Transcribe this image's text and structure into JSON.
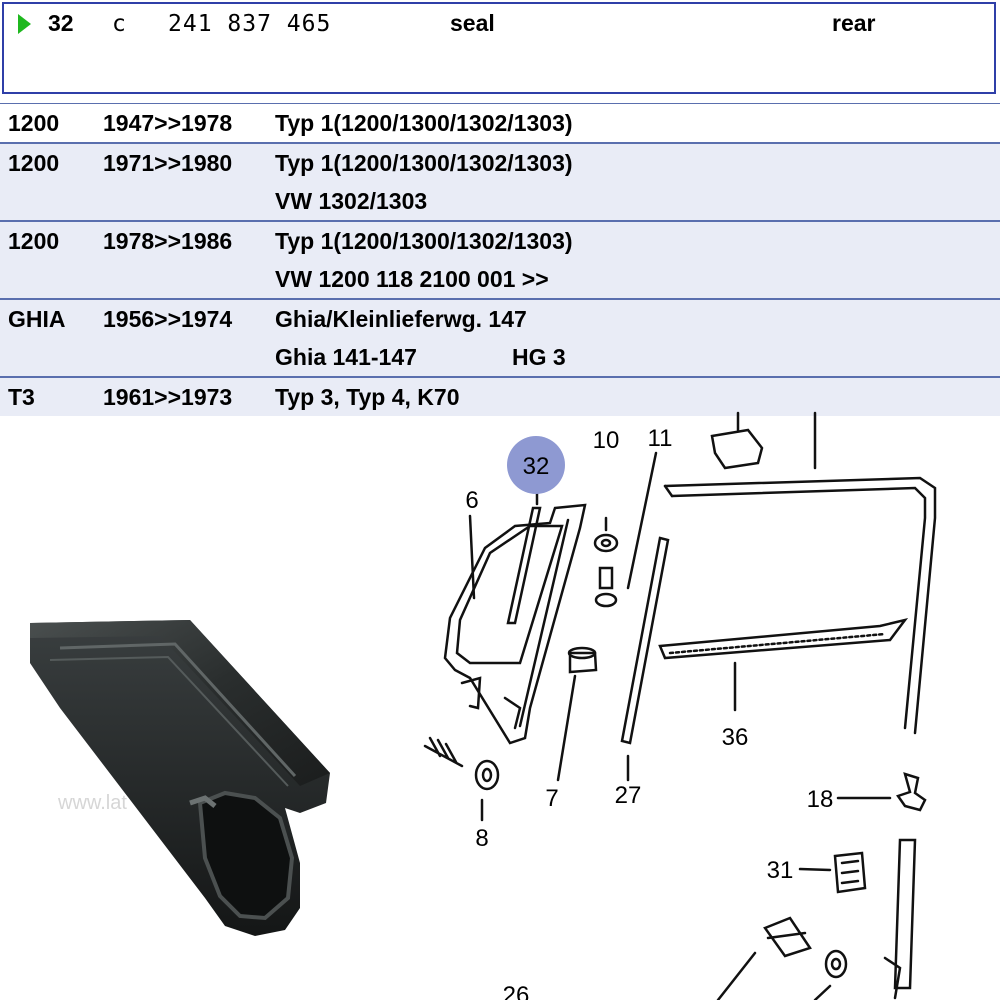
{
  "header": {
    "position": "32",
    "code": "c",
    "part_number": "241 837 465",
    "description": "seal",
    "location": "rear"
  },
  "models": [
    {
      "model": "1200",
      "years": "1947>>1978",
      "lines": [
        "Typ 1(1200/1300/1302/1303)"
      ],
      "extra": ""
    },
    {
      "model": "1200",
      "years": "1971>>1980",
      "lines": [
        "Typ 1(1200/1300/1302/1303)",
        "VW 1302/1303"
      ],
      "extra": ""
    },
    {
      "model": "1200",
      "years": "1978>>1986",
      "lines": [
        "Typ 1(1200/1300/1302/1303)",
        "VW 1200  118 2100 001 >>"
      ],
      "extra": ""
    },
    {
      "model": "GHIA",
      "years": "1956>>1974",
      "lines": [
        "Ghia/Kleinlieferwg. 147",
        "Ghia 141-147"
      ],
      "extra": "HG 3"
    },
    {
      "model": "T3",
      "years": "1961>>1973",
      "lines": [
        "Typ 3, Typ 4, K70"
      ],
      "extra": ""
    }
  ],
  "diagram": {
    "highlight": "32",
    "callouts": [
      "6",
      "10",
      "11",
      "7",
      "27",
      "36",
      "8",
      "18",
      "31",
      "26"
    ],
    "highlight_color": "#8e99d2"
  },
  "watermark": "www.lat"
}
